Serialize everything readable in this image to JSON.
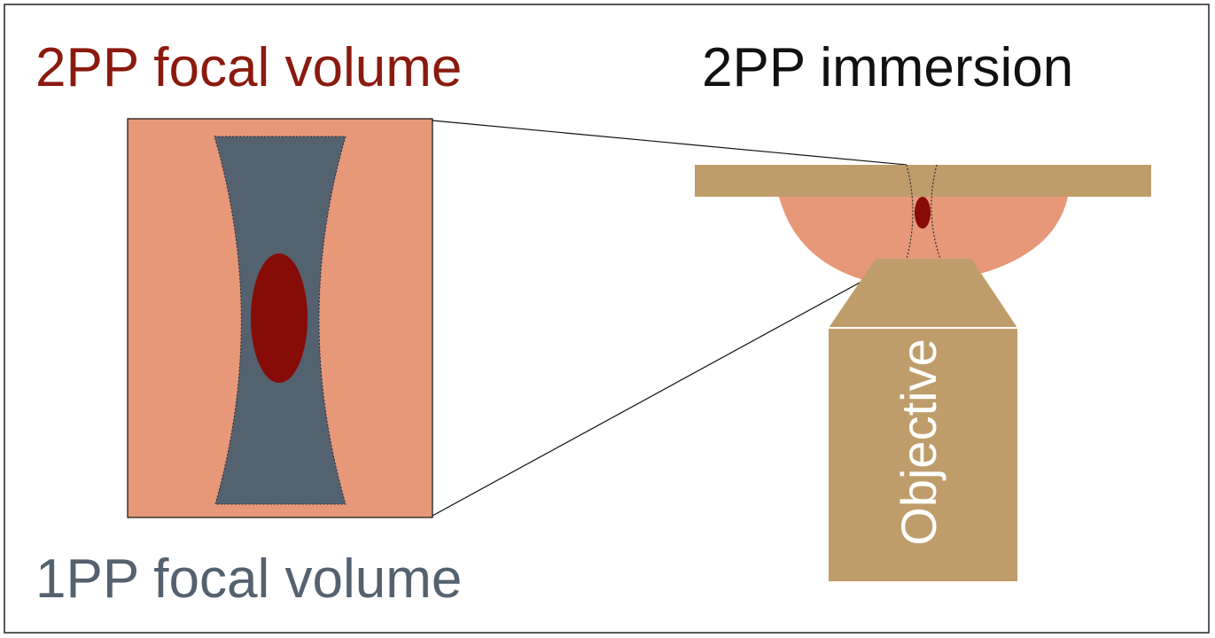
{
  "labels": {
    "two_pp_focal_volume": "2PP focal volume",
    "two_pp_immersion": "2PP immersion",
    "one_pp_focal_volume": "1PP focal volume",
    "objective": "Objective"
  },
  "colors": {
    "frame": "#222222",
    "two_pp_red": "#8b1a0e",
    "focal_dark_red": "#870b06",
    "one_pp_slate": "#54616e",
    "immersion_salmon": "#e79878",
    "objective_tan": "#bf9d6b",
    "title_black": "#111111",
    "objective_text": "#ffffff"
  }
}
